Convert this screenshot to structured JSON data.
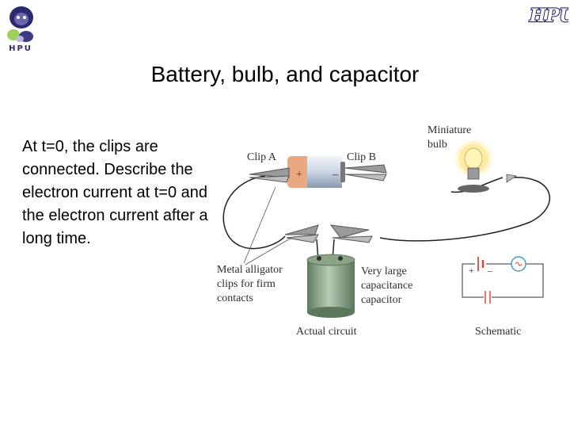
{
  "header": {
    "logo_left_text": "HPU",
    "logo_right_text": "HPU"
  },
  "slide": {
    "title": "Battery, bulb, and capacitor",
    "prompt": "At t=0, the clips are connected. Describe the electron current at t=0 and the electron current after a long time."
  },
  "diagram": {
    "clip_a": "Clip A",
    "clip_b": "Clip B",
    "bulb_line1": "Miniature",
    "bulb_line2": "bulb",
    "battery_plus": "+",
    "battery_minus": "–",
    "clips_line1": "Metal alligator",
    "clips_line2": "clips for firm",
    "clips_line3": "contacts",
    "cap_line1": "Very large",
    "cap_line2": "capacitance",
    "cap_line3": "capacitor",
    "actual_label": "Actual circuit",
    "schematic_label": "Schematic",
    "schem_plus": "+",
    "schem_minus": "–"
  }
}
